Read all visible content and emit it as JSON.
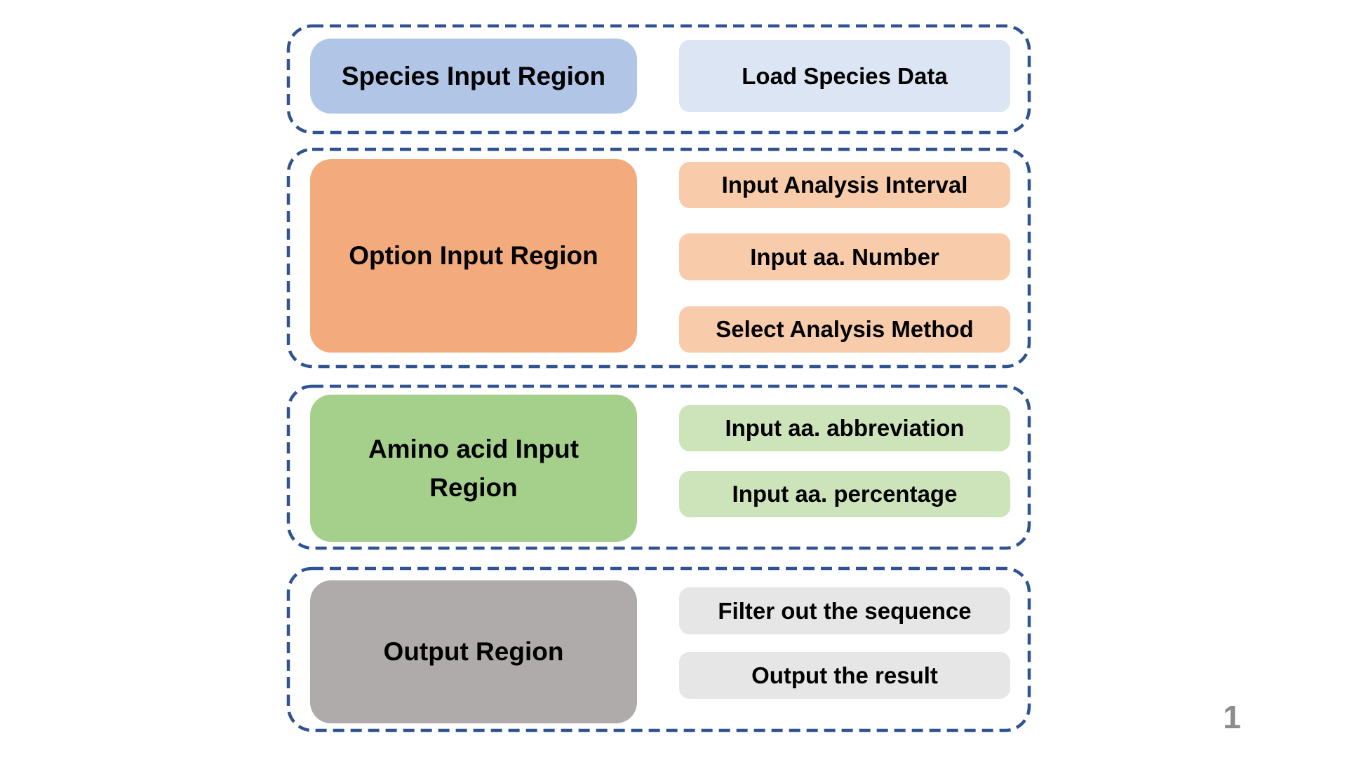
{
  "page": {
    "number": "1"
  },
  "colors": {
    "background": "#ffffff",
    "dashed_border": "#2f5291",
    "text": "#000000",
    "page_number": "#8c8c8c"
  },
  "regions": [
    {
      "title": "Species Input Region",
      "title_bg": "#b1c5e7",
      "item_bg": "#dbe5f3",
      "items": [
        "Load Species Data"
      ]
    },
    {
      "title": "Option Input Region",
      "title_bg": "#f3ab7d",
      "item_bg": "#f8cbaa",
      "items": [
        "Input Analysis Interval",
        "Input aa. Number",
        "Select Analysis Method"
      ]
    },
    {
      "title": "Amino acid Input Region",
      "title_bg": "#a5d08b",
      "item_bg": "#cde4bb",
      "items": [
        "Input aa. abbreviation",
        "Input aa. percentage"
      ]
    },
    {
      "title": "Output Region",
      "title_bg": "#afabab",
      "item_bg": "#e7e6e6",
      "items": [
        "Filter out the sequence",
        "Output the result"
      ]
    }
  ]
}
